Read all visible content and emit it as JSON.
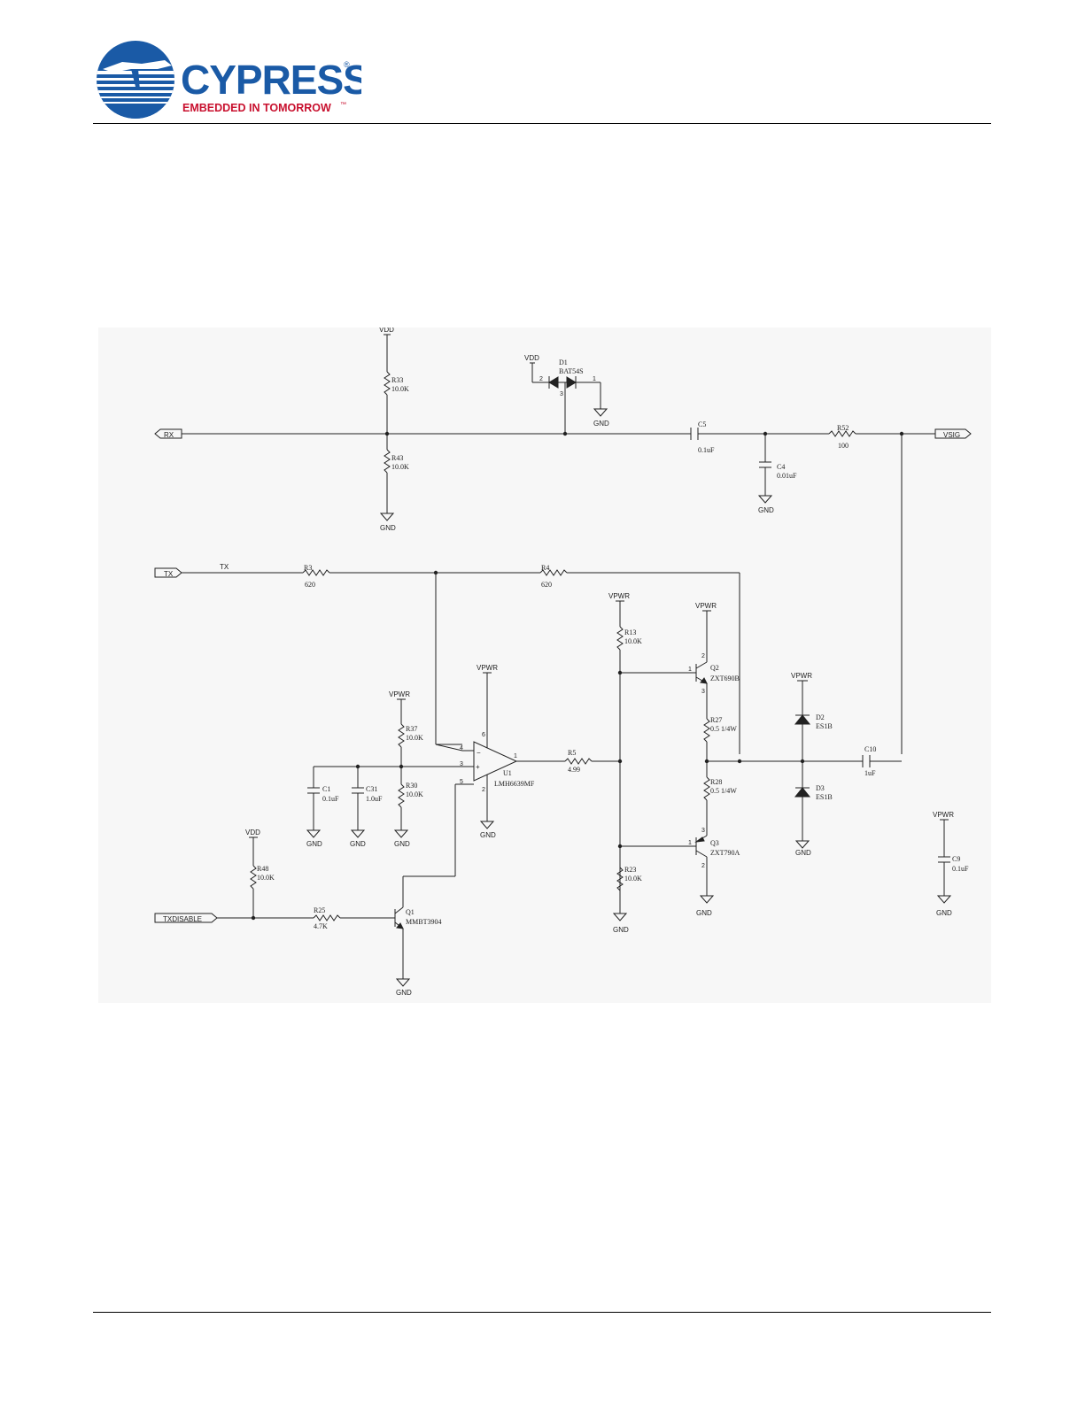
{
  "header": {
    "brand_name": "CYPRESS",
    "brand_tagline": "EMBEDDED IN TOMORROW",
    "trademark": "™",
    "registered": "®",
    "brand_color": "#1a5aa6",
    "tagline_color": "#c8102e"
  },
  "schematic": {
    "ports": {
      "rx": "RX",
      "tx": "TX",
      "vsig": "VSIG",
      "txdisable": "TXDISABLE"
    },
    "net_tx": "TX",
    "power": {
      "vdd": "VDD",
      "vpwr": "VPWR",
      "gnd": "GND"
    },
    "components": {
      "r33": {
        "ref": "R33",
        "value": "10.0K"
      },
      "r43": {
        "ref": "R43",
        "value": "10.0K"
      },
      "d1": {
        "ref": "D1",
        "value": "BAT54S"
      },
      "c5": {
        "ref": "C5",
        "value": "0.1uF"
      },
      "c4": {
        "ref": "C4",
        "value": "0.01uF"
      },
      "r52": {
        "ref": "R52",
        "value": "100"
      },
      "r3": {
        "ref": "R3",
        "value": "620"
      },
      "r4": {
        "ref": "R4",
        "value": "620"
      },
      "r13": {
        "ref": "R13",
        "value": "10.0K"
      },
      "q2": {
        "ref": "Q2",
        "value": "ZXT690B"
      },
      "r37": {
        "ref": "R37",
        "value": "10.0K"
      },
      "u1": {
        "ref": "U1",
        "value": "LMH6639MF"
      },
      "r5": {
        "ref": "R5",
        "value": "4.99"
      },
      "r27": {
        "ref": "R27",
        "value": "0.5 1/4W"
      },
      "d2": {
        "ref": "D2",
        "value": "ES1B"
      },
      "c10": {
        "ref": "C10",
        "value": "1uF"
      },
      "c1": {
        "ref": "C1",
        "value": "0.1uF"
      },
      "c31": {
        "ref": "C31",
        "value": "1.0uF"
      },
      "r30": {
        "ref": "R30",
        "value": "10.0K"
      },
      "r28": {
        "ref": "R28",
        "value": "0.5 1/4W"
      },
      "d3": {
        "ref": "D3",
        "value": "ES1B"
      },
      "q3": {
        "ref": "Q3",
        "value": "ZXT790A"
      },
      "r23": {
        "ref": "R23",
        "value": "10.0K"
      },
      "r48": {
        "ref": "R48",
        "value": "10.0K"
      },
      "r25": {
        "ref": "R25",
        "value": "4.7K"
      },
      "q1": {
        "ref": "Q1",
        "value": "MMBT3904"
      },
      "c9": {
        "ref": "C9",
        "value": "0.1uF"
      }
    },
    "pins": {
      "d1_p1": "1",
      "d1_p2": "2",
      "d1_p3": "3",
      "u1_p1": "1",
      "u1_p2": "2",
      "u1_p3": "3",
      "u1_p4": "4",
      "u1_p5": "5",
      "u1_p6": "6",
      "q_p1": "1",
      "q_p2": "2",
      "q_p3": "3",
      "opamp_plus": "+",
      "opamp_minus": "−"
    }
  }
}
